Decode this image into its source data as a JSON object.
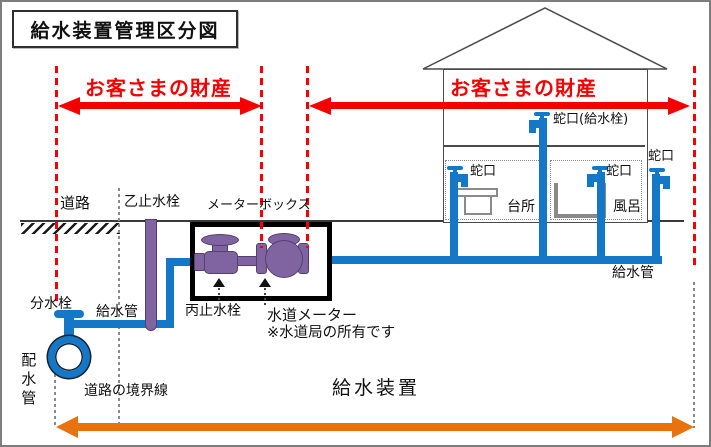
{
  "title": "給水装置管理区分図",
  "ownership": {
    "left_label": "お客さまの財産",
    "right_label": "お客さまの財産"
  },
  "street": {
    "road": "道路",
    "boundary": "道路の境界線"
  },
  "supply": {
    "branch_valve": "分水栓",
    "otsu_stop_valve": "乙止水栓",
    "supply_pipe_left": "給水管",
    "supply_pipe_right": "給水管",
    "distribution_pipe": "配水管"
  },
  "meter_box": {
    "label": "メーターボックス",
    "hei_stop_valve": "丙止水栓",
    "water_meter": "水道メーター",
    "ownership_note": "※水道局の所有です"
  },
  "house": {
    "main_tap_label": "蛇口(給水栓)",
    "kitchen_tap_label": "蛇口",
    "bath_tap_label": "蛇口",
    "outdoor_tap_label": "蛇口",
    "kitchen_label": "台所",
    "bath_label": "風呂"
  },
  "footer": {
    "supply_system_label": "給水装置"
  },
  "colors": {
    "pipe_blue": "#1577c8",
    "valve_purple": "#8064a2",
    "valve_purple_outline": "#53406e",
    "boundary_red": "#f40000",
    "supply_span_orange": "#e8720e"
  },
  "icons": [
    "faucet-icon",
    "branch-valve-icon",
    "distribution-pipe-icon",
    "stop-valve-icon",
    "water-meter-icon",
    "kitchen-sink-icon",
    "bathtub-icon",
    "roof-icon",
    "ground-hatch-icon"
  ]
}
